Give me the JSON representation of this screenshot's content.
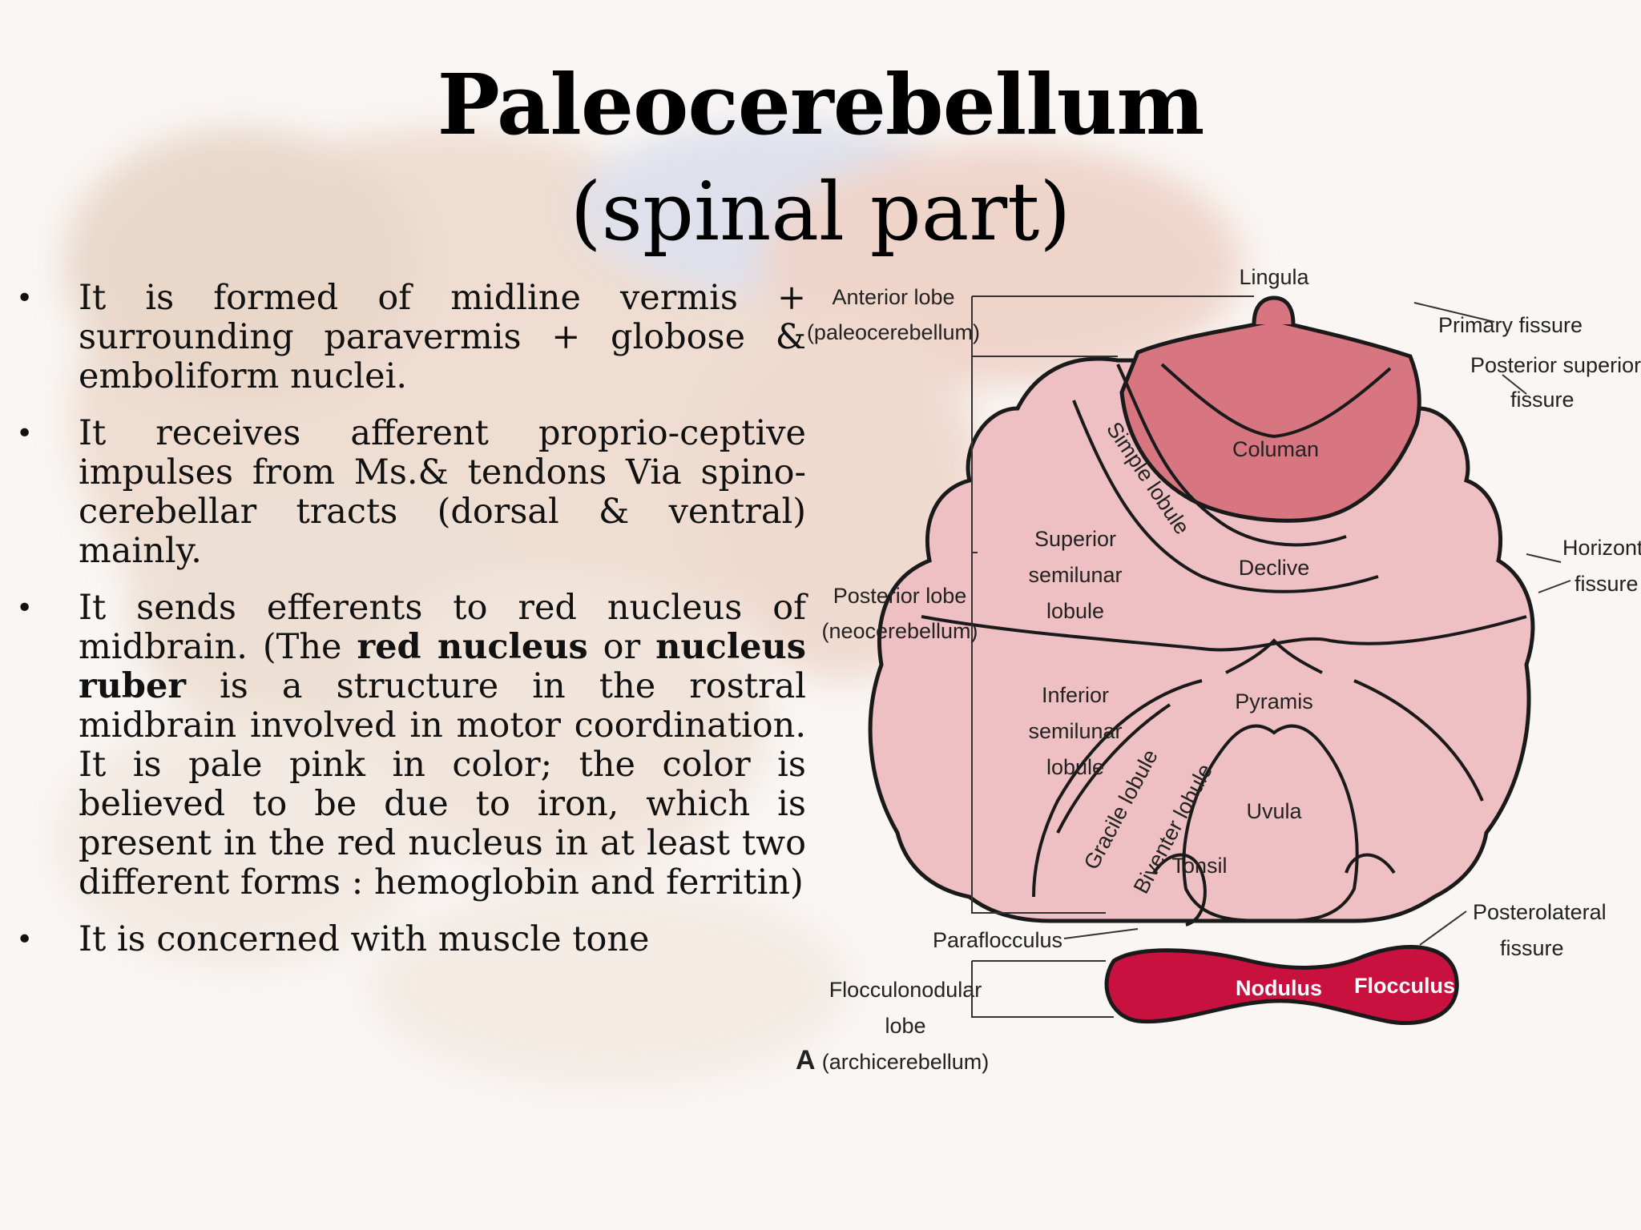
{
  "slide": {
    "title": "Paleocerebellum",
    "subtitle": "(spinal part)"
  },
  "bullets": [
    {
      "b1": "It is formed of  midline vermis + surrounding paravermis + globose & emboliform nuclei."
    },
    {
      "b2": "It receives afferent proprio-ceptive impulses from Ms.& tendons Via spino-cerebellar tracts (dorsal & ventral) mainly."
    },
    {
      "pre": "It sends efferents to red nucleus of midbrain. (The ",
      "bold1": "red nucleus",
      "mid": " or ",
      "bold2": "nucleus ruber",
      "post": " is a structure in the rostral midbrain involved in motor coordination. It is pale pink in color; the color is believed to be due to iron, which is present in the red nucleus in at least two different forms : hemoglobin and ferritin)"
    },
    {
      "b4": "It is concerned with muscle tone"
    }
  ],
  "bullet_symbol": "•",
  "diagram": {
    "labels": {
      "anterior_lobe_1": "Anterior lobe",
      "anterior_lobe_2": "(paleocerebellum)",
      "lingula": "Lingula",
      "primary_fissure": "Primary fissure",
      "posterior_superior_1": "Posterior superior",
      "posterior_superior_2": "fissure",
      "columan": "Columan",
      "simple_lobule": "Simple lobule",
      "declive": "Declive",
      "superior_1": "Superior",
      "superior_2": "semilunar",
      "superior_3": "lobule",
      "horizontal_1": "Horizontal",
      "horizontal_2": "fissure",
      "posterior_lobe_1": "Posterior lobe",
      "posterior_lobe_2": "(neocerebellum)",
      "inferior_1": "Inferior",
      "inferior_2": "semilunar",
      "inferior_3": "lobule",
      "pyramis": "Pyramis",
      "gracile": "Gracile lobule",
      "biventer": "Biventer lobule",
      "uvula": "Uvula",
      "tonsil": "Tonsil",
      "paraflocculus": "Paraflocculus",
      "posterolateral_1": "Posterolateral",
      "posterolateral_2": "fissure",
      "flocculonodular_1": "Flocculonodular",
      "flocculonodular_2": "lobe",
      "flocculonodular_3": "(archicerebellum)",
      "nodulus": "Nodulus",
      "flocculus": "Flocculus",
      "panel": "A"
    },
    "colors": {
      "anterior_lobe": "#d77681",
      "posterior_lobe": "#efc0c3",
      "flocculonodular": "#c8113f",
      "outline": "#1a1a1a"
    }
  }
}
